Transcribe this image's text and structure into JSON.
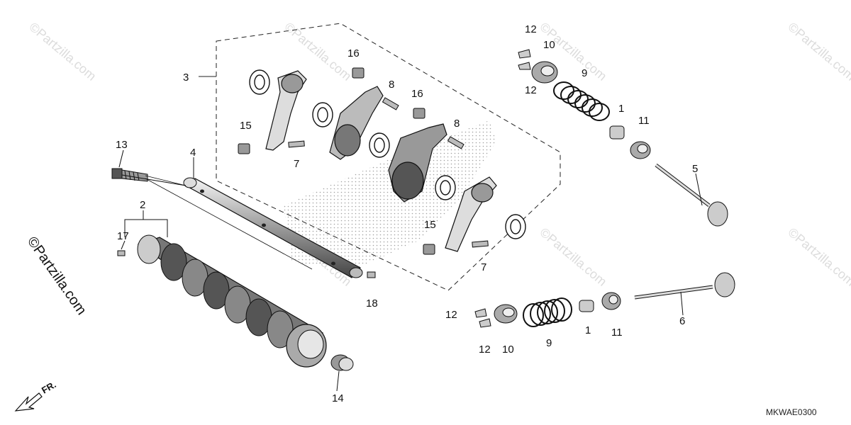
{
  "diagram": {
    "code": "MKWAE0300",
    "front_marker": "FR.",
    "watermark": "©Partzilla.com",
    "callouts": {
      "c1a": "1",
      "c1b": "1",
      "c2": "2",
      "c3": "3",
      "c4": "4",
      "c5": "5",
      "c6": "6",
      "c7a": "7",
      "c7b": "7",
      "c8a": "8",
      "c8b": "8",
      "c9a": "9",
      "c9b": "9",
      "c10a": "10",
      "c10b": "10",
      "c11a": "11",
      "c11b": "11",
      "c12a": "12",
      "c12b": "12",
      "c12c": "12",
      "c12d": "12",
      "c13": "13",
      "c14": "14",
      "c15a": "15",
      "c15b": "15",
      "c16a": "16",
      "c16b": "16",
      "c17": "17",
      "c18": "18"
    }
  }
}
